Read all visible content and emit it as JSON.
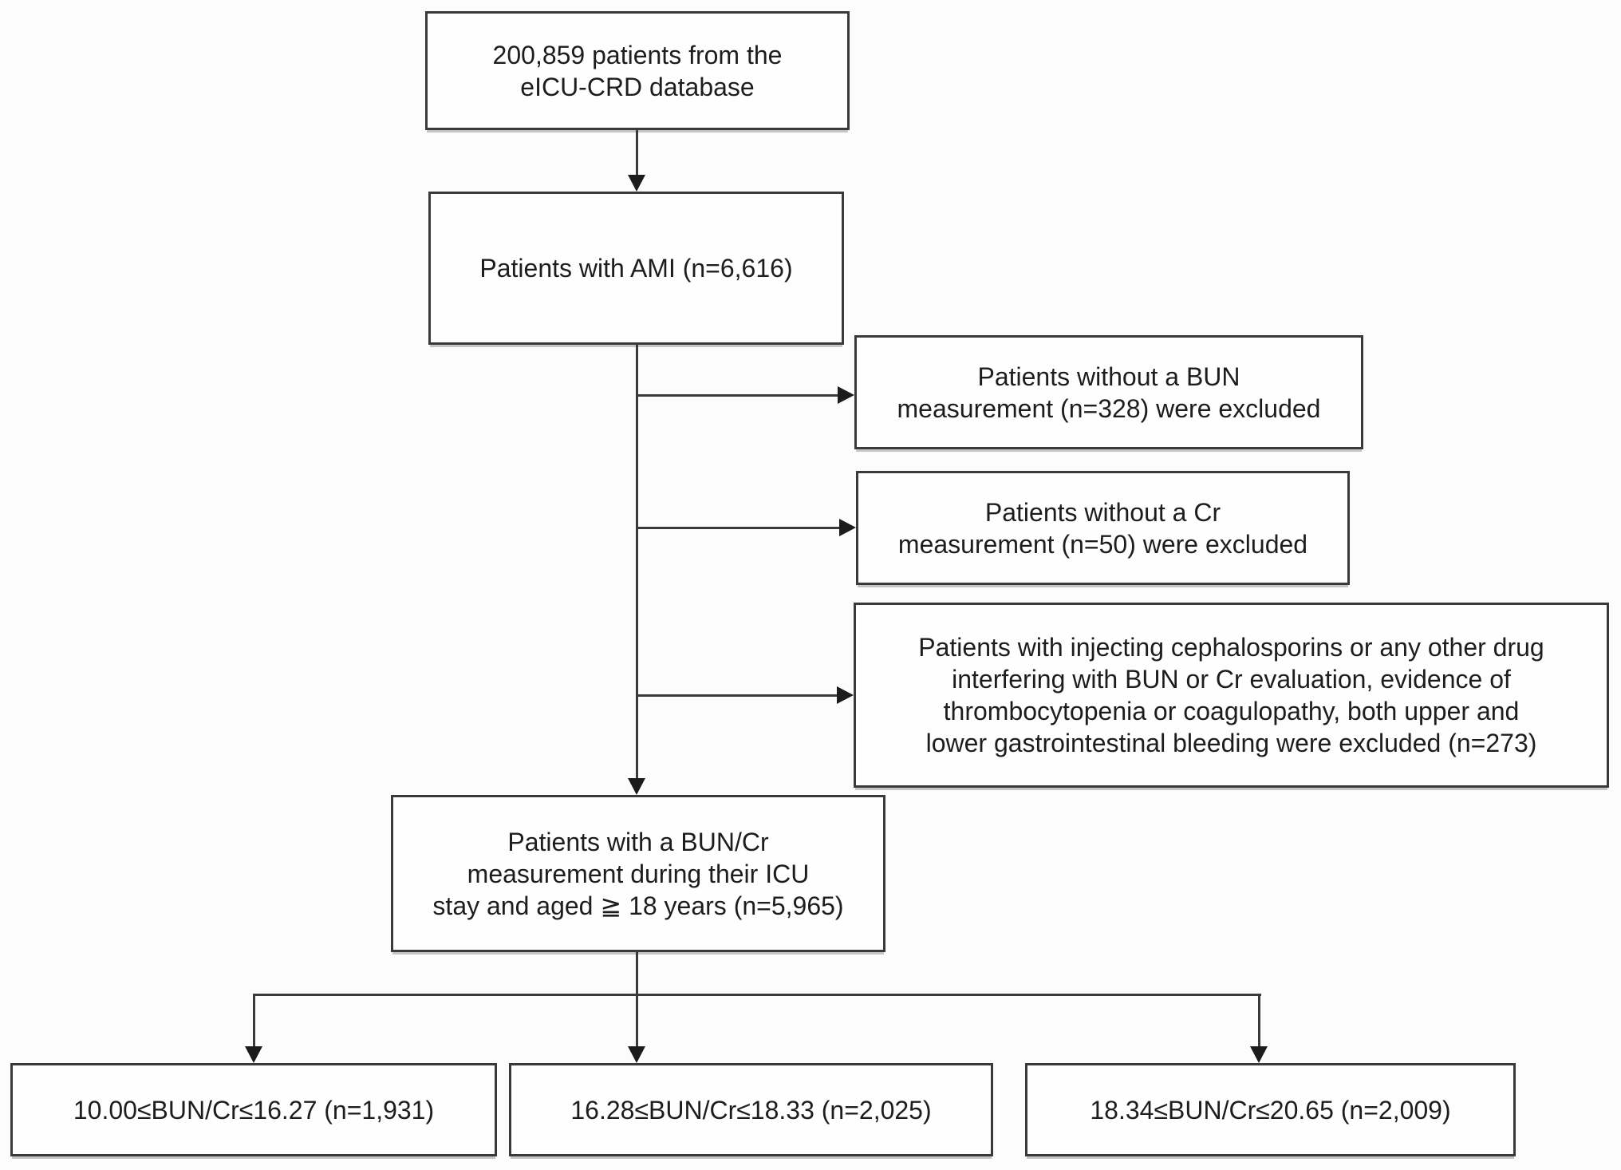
{
  "figure": {
    "type": "flowchart",
    "colors": {
      "background": "#fcfcfc",
      "box_fill": "#fefefe",
      "box_border": "#3a3a3a",
      "line": "#3a3a3a",
      "arrowhead": "#1c1c1c",
      "text": "#1d1d1d"
    },
    "nodes": {
      "source": "200,859 patients from the\neICU-CRD database",
      "ami": "Patients with AMI (n=6,616)",
      "excluded_bun": "Patients without a BUN\nmeasurement (n=328) were excluded",
      "excluded_cr": "Patients without a Cr\nmeasurement (n=50) were excluded",
      "excluded_other": "Patients with injecting cephalosporins or any other drug\ninterfering with BUN or Cr evaluation, evidence of\nthrombocytopenia or coagulopathy, both upper and\nlower gastrointestinal bleeding were excluded (n=273)",
      "included": "Patients with a BUN/Cr\nmeasurement during their ICU\nstay and aged ≧ 18 years (n=5,965)",
      "tertile_1": "10.00≤BUN/Cr≤16.27 (n=1,931)",
      "tertile_2": "16.28≤BUN/Cr≤18.33 (n=2,025)",
      "tertile_3": "18.34≤BUN/Cr≤20.65 (n=2,009)"
    }
  }
}
